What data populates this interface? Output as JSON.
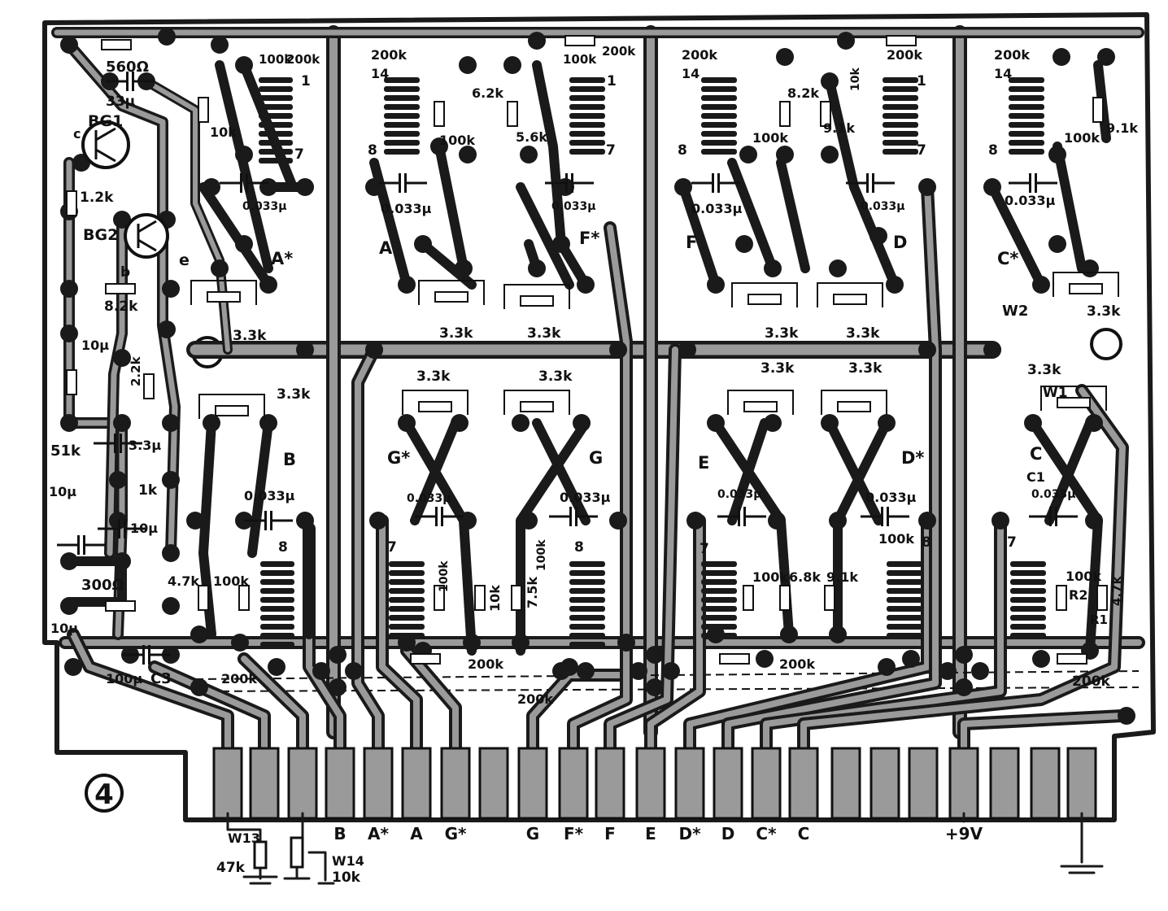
{
  "figure_number": "4",
  "board": {
    "colors": {
      "ink": "#1a1a1a",
      "trace_fill": "#9a9a9a",
      "paper": "#ffffff"
    },
    "edge_labels": [
      "B",
      "A*",
      "A",
      "G*",
      "G",
      "F*",
      "F",
      "E",
      "D*",
      "D",
      "C*",
      "C",
      "+9V"
    ],
    "amplifier_labels": {
      "r560": "560Ω",
      "c33": "33μ",
      "bg1": "BG1",
      "r1_2k": "1.2k",
      "bg2": "BG2",
      "b": "b",
      "e": "e",
      "c": "c",
      "r8_2k": "8.2k",
      "c10a": "10μ",
      "r2_2k": "2.2k",
      "r51k": "51k",
      "c3_3": "3.3μ",
      "c10b": "10μ",
      "r1k": "1k",
      "c10c": "10μ",
      "r300": "300Ω",
      "c10d": "10μ",
      "c100": "100μ",
      "c3": "C3"
    },
    "controls": {
      "w13": "W13",
      "w13_val": "47k",
      "w14": "W14",
      "w14_val": "10k"
    },
    "top_row": {
      "top_labels": [
        "100k",
        "200k",
        "200k",
        "100k",
        "200k",
        "200k",
        "200k",
        "200k"
      ],
      "coil_nums": [
        "1",
        "7",
        "14",
        "8",
        "1",
        "7",
        "14",
        "8",
        "1",
        "7",
        "14",
        "8"
      ],
      "resistors": [
        "10k",
        "6.2k",
        "100k",
        "5.6k",
        "8.2k",
        "100k",
        "9.1k",
        "10k",
        "100k",
        "9.1k"
      ],
      "caps": [
        "0.033μ",
        "0.033μ",
        "0.033μ",
        "0.033μ",
        "0.033μ",
        "0.033μ"
      ],
      "notes": [
        "A*",
        "A",
        "F*",
        "F",
        "D",
        "C*"
      ],
      "trimmers": [
        "3.3k",
        "3.3k",
        "3.3k",
        "3.3k",
        "3.3k",
        "3.3k"
      ],
      "w2": "W2"
    },
    "bottom_row": {
      "trimmers": [
        "3.3k",
        "3.3k",
        "3.3k",
        "3.3k",
        "3.3k",
        "3.3k"
      ],
      "w1": "W1",
      "notes": [
        "B",
        "G*",
        "G",
        "E",
        "D*",
        "C"
      ],
      "c1": "C1",
      "caps": [
        "0.033μ",
        "0.033μ",
        "0.033μ",
        "0.033μ",
        "0.033μ",
        "0.033μ"
      ],
      "coil_nums": [
        "8",
        "7",
        "8",
        "7",
        "8",
        "7"
      ],
      "resistors": [
        "4.7k",
        "100k",
        "100k",
        "10k",
        "7.5k",
        "100k",
        "100k",
        "6.8k",
        "9.1k",
        "100k",
        "100k",
        "4.7k"
      ],
      "r2": "R2",
      "r1": "R1",
      "bottom_labels": [
        "200k",
        "200k",
        "200k",
        "200k",
        "200k"
      ]
    }
  }
}
